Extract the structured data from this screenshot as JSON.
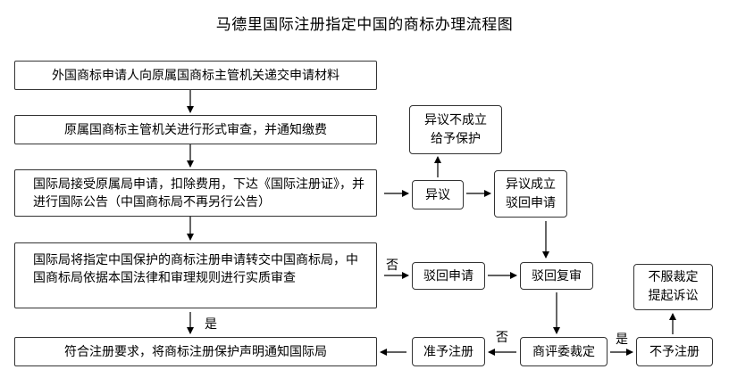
{
  "title": "马德里国际注册指定中国的商标办理流程图",
  "nodes": {
    "submit": "外国商标申请人向原属国商标主管机关递交申请材料",
    "formal_review": "原属国商标主管机关进行形式审查，并通知缴费",
    "intl_bureau": "国际局接受原属局申请，扣除费用，下达《国际注册证》，并进行国际公告（中国商标局不再另行公告）",
    "transfer": "国际局将指定中国保护的商标注册申请转交中国商标局，中国商标局依据本国法律和审理规则进行实质审查",
    "notify": "符合注册要求，将商标注册保护声明通知国际局",
    "objection": "异议",
    "objection_fail": "异议不成立\n给予保护",
    "objection_success": "异议成立\n驳回申请",
    "reject": "驳回申请",
    "reject_review": "驳回复审",
    "tribunal": "商评委裁定",
    "approve": "准予注册",
    "deny": "不予注册",
    "appeal": "不服裁定\n提起诉讼"
  },
  "labels": {
    "yes": "是",
    "no": "否"
  }
}
